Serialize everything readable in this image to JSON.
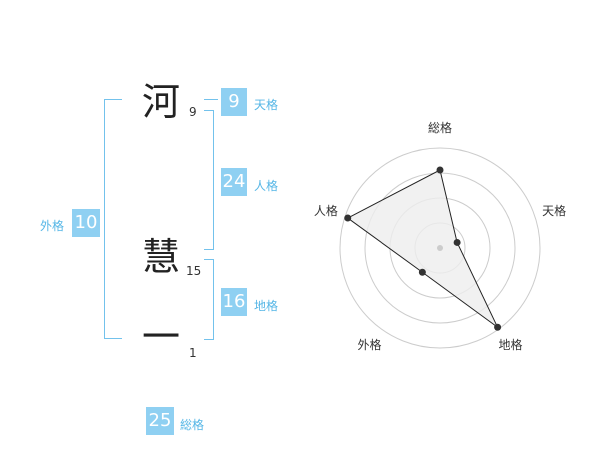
{
  "name": {
    "chars": [
      {
        "char": "河",
        "strokes": "9"
      },
      {
        "char": "慧",
        "strokes": "15"
      },
      {
        "char": "一",
        "strokes": "1"
      }
    ]
  },
  "fortune": {
    "tenkaku": {
      "value": "9",
      "label": "天格"
    },
    "jinkaku": {
      "value": "24",
      "label": "人格"
    },
    "chikaku": {
      "value": "16",
      "label": "地格"
    },
    "gaikaku": {
      "value": "10",
      "label": "外格"
    },
    "soukaku": {
      "value": "25",
      "label": "総格"
    }
  },
  "colors": {
    "accent": "#8fd0f2",
    "bracket": "#73c2ec",
    "label": "#55b6e6",
    "radar_fill": "#eeeeee",
    "radar_grid": "#cccccc"
  },
  "chart_data": {
    "type": "radar",
    "axes": [
      "総格",
      "天格",
      "地格",
      "外格",
      "人格"
    ],
    "rings": 4,
    "values": [
      0.78,
      0.18,
      0.98,
      0.3,
      0.97
    ]
  }
}
